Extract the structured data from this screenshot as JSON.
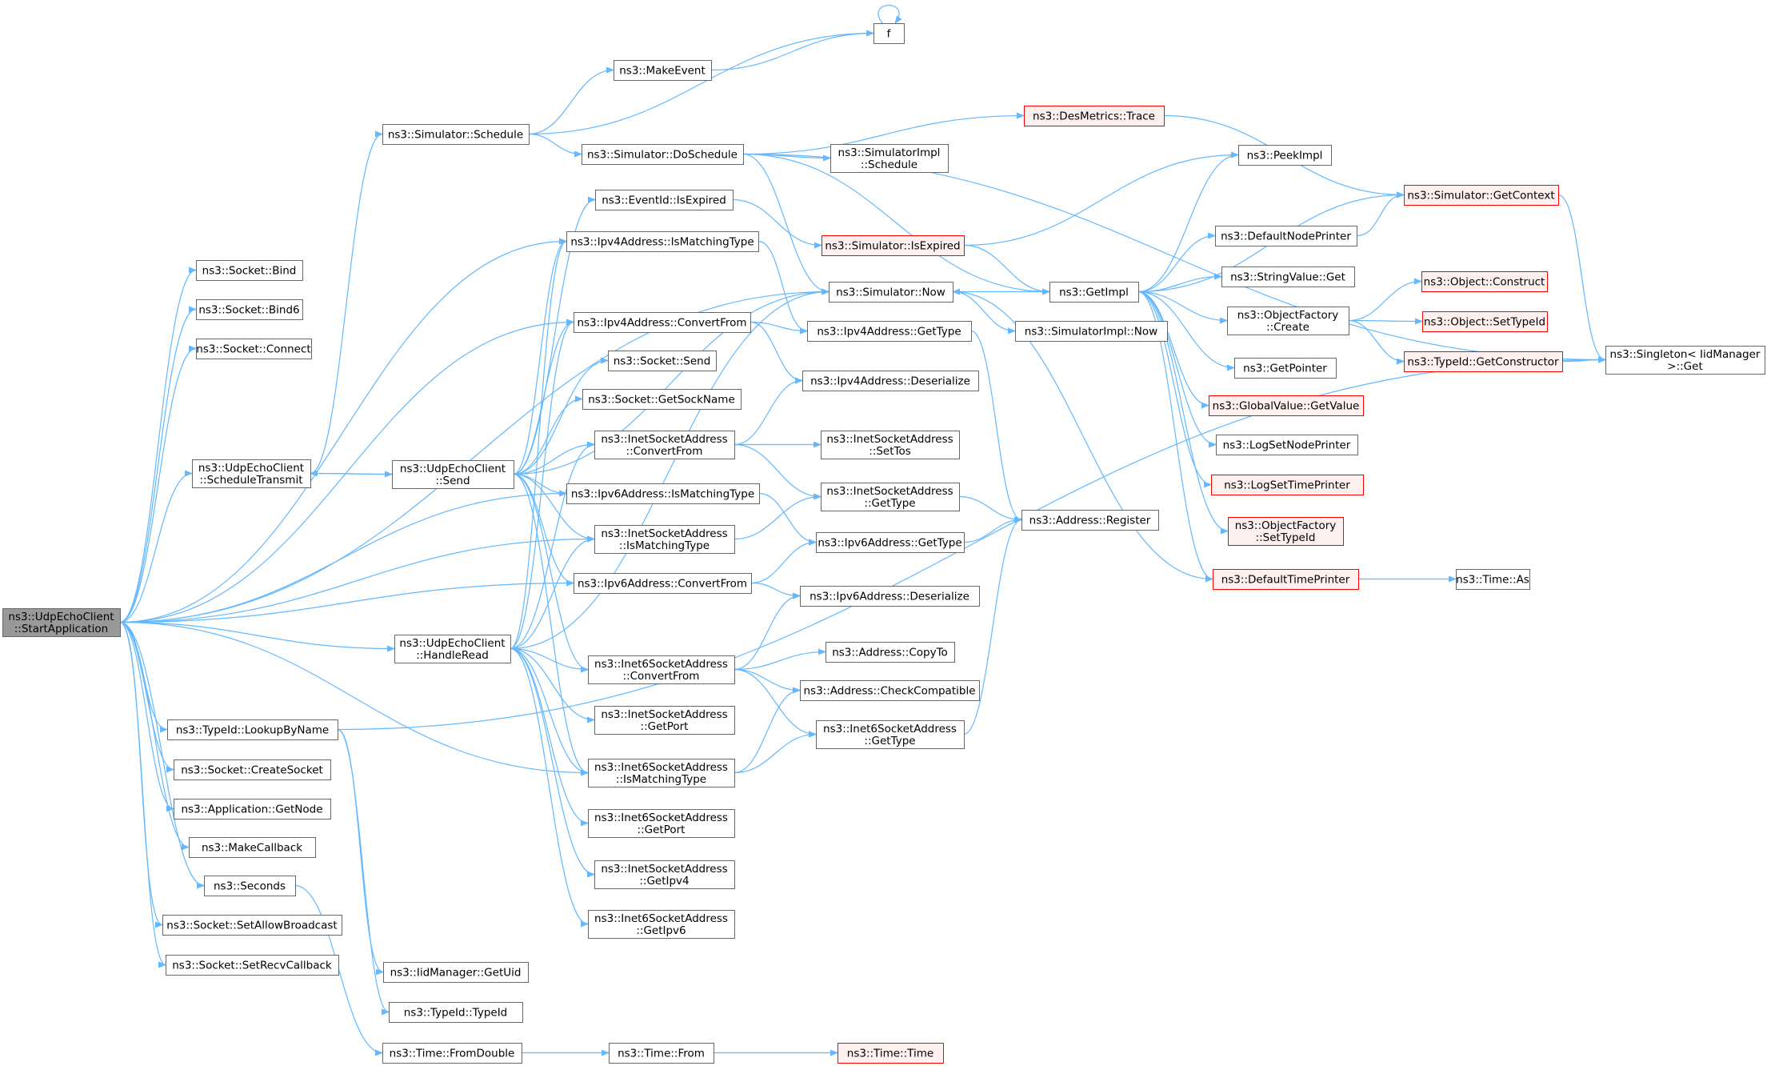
{
  "colors": {
    "edge": "#63b8ff",
    "box_border": "#666666",
    "box_fill": "#ffffff",
    "highlight_border": "#ff0000",
    "highlight_fill": "#fff0f0",
    "root_fill": "#999999"
  },
  "nodes": [
    {
      "id": "n1",
      "lines": [
        "ns3::UdpEchoClient",
        "::StartApplication"
      ],
      "style": "root"
    },
    {
      "id": "n2",
      "lines": [
        "ns3::Socket::Bind"
      ],
      "style": "normal"
    },
    {
      "id": "n3",
      "lines": [
        "ns3::Socket::Bind6"
      ],
      "style": "normal"
    },
    {
      "id": "n4",
      "lines": [
        "ns3::Socket::Connect"
      ],
      "style": "normal"
    },
    {
      "id": "n5",
      "lines": [
        "ns3::UdpEchoClient",
        "::ScheduleTransmit"
      ],
      "style": "normal"
    },
    {
      "id": "n6",
      "lines": [
        "ns3::Simulator::Schedule"
      ],
      "style": "normal"
    },
    {
      "id": "n7",
      "lines": [
        "ns3::MakeEvent"
      ],
      "style": "normal"
    },
    {
      "id": "n8",
      "lines": [
        "f"
      ],
      "style": "normal"
    },
    {
      "id": "n9",
      "lines": [
        "ns3::Simulator::DoSchedule"
      ],
      "style": "normal"
    },
    {
      "id": "n10",
      "lines": [
        "ns3::DesMetrics::Trace"
      ],
      "style": "red"
    },
    {
      "id": "n11",
      "lines": [
        "ns3::SimulatorImpl",
        "::Schedule"
      ],
      "style": "normal"
    },
    {
      "id": "n12",
      "lines": [
        "ns3::Singleton< IidManager",
        " >::Get"
      ],
      "style": "normal"
    },
    {
      "id": "n13",
      "lines": [
        "ns3::Simulator::GetContext"
      ],
      "style": "red"
    },
    {
      "id": "n14",
      "lines": [
        "ns3::PeekImpl"
      ],
      "style": "normal"
    },
    {
      "id": "n15",
      "lines": [
        "ns3::EventId::IsExpired"
      ],
      "style": "normal"
    },
    {
      "id": "n16",
      "lines": [
        "ns3::Simulator::IsExpired"
      ],
      "style": "red"
    },
    {
      "id": "n17",
      "lines": [
        "ns3::GetImpl"
      ],
      "style": "normal"
    },
    {
      "id": "n18",
      "lines": [
        "ns3::DefaultNodePrinter"
      ],
      "style": "normal"
    },
    {
      "id": "n19",
      "lines": [
        "ns3::StringValue::Get"
      ],
      "style": "normal"
    },
    {
      "id": "n20",
      "lines": [
        "ns3::ObjectFactory",
        "::Create"
      ],
      "style": "normal"
    },
    {
      "id": "n21",
      "lines": [
        "ns3::Object::Construct"
      ],
      "style": "red"
    },
    {
      "id": "n22",
      "lines": [
        "ns3::Object::SetTypeId"
      ],
      "style": "red"
    },
    {
      "id": "n23",
      "lines": [
        "ns3::TypeId::GetConstructor"
      ],
      "style": "red"
    },
    {
      "id": "n24",
      "lines": [
        "ns3::GetPointer"
      ],
      "style": "normal"
    },
    {
      "id": "n25",
      "lines": [
        "ns3::GlobalValue::GetValue"
      ],
      "style": "red"
    },
    {
      "id": "n26",
      "lines": [
        "ns3::LogSetNodePrinter"
      ],
      "style": "normal"
    },
    {
      "id": "n27",
      "lines": [
        "ns3::LogSetTimePrinter"
      ],
      "style": "red"
    },
    {
      "id": "n28",
      "lines": [
        "ns3::ObjectFactory",
        "::SetTypeId"
      ],
      "style": "red"
    },
    {
      "id": "n29",
      "lines": [
        "ns3::DefaultTimePrinter"
      ],
      "style": "red"
    },
    {
      "id": "n30",
      "lines": [
        "ns3::Time::As"
      ],
      "style": "normal"
    },
    {
      "id": "n31",
      "lines": [
        "ns3::Ipv4Address::IsMatchingType"
      ],
      "style": "normal"
    },
    {
      "id": "n32",
      "lines": [
        "ns3::Simulator::Now"
      ],
      "style": "normal"
    },
    {
      "id": "n33",
      "lines": [
        "ns3::SimulatorImpl::Now"
      ],
      "style": "normal"
    },
    {
      "id": "n34",
      "lines": [
        "ns3::Ipv4Address::ConvertFrom"
      ],
      "style": "normal"
    },
    {
      "id": "n35",
      "lines": [
        "ns3::Ipv4Address::GetType"
      ],
      "style": "normal"
    },
    {
      "id": "n36",
      "lines": [
        "ns3::Socket::Send"
      ],
      "style": "normal"
    },
    {
      "id": "n37",
      "lines": [
        "ns3::Ipv4Address::Deserialize"
      ],
      "style": "normal"
    },
    {
      "id": "n38",
      "lines": [
        "ns3::Socket::GetSockName"
      ],
      "style": "normal"
    },
    {
      "id": "n39",
      "lines": [
        "ns3::UdpEchoClient",
        "::Send"
      ],
      "style": "normal"
    },
    {
      "id": "n40",
      "lines": [
        "ns3::InetSocketAddress",
        "::ConvertFrom"
      ],
      "style": "normal"
    },
    {
      "id": "n41",
      "lines": [
        "ns3::InetSocketAddress",
        "::SetTos"
      ],
      "style": "normal"
    },
    {
      "id": "n42",
      "lines": [
        "ns3::InetSocketAddress",
        "::GetType"
      ],
      "style": "normal"
    },
    {
      "id": "n43",
      "lines": [
        "ns3::Ipv6Address::IsMatchingType"
      ],
      "style": "normal"
    },
    {
      "id": "n44",
      "lines": [
        "ns3::Address::Register"
      ],
      "style": "normal"
    },
    {
      "id": "n45",
      "lines": [
        "ns3::InetSocketAddress",
        "::IsMatchingType"
      ],
      "style": "normal"
    },
    {
      "id": "n46",
      "lines": [
        "ns3::Ipv6Address::GetType"
      ],
      "style": "normal"
    },
    {
      "id": "n47",
      "lines": [
        "ns3::Ipv6Address::ConvertFrom"
      ],
      "style": "normal"
    },
    {
      "id": "n48",
      "lines": [
        "ns3::Ipv6Address::Deserialize"
      ],
      "style": "normal"
    },
    {
      "id": "n49",
      "lines": [
        "ns3::UdpEchoClient",
        "::HandleRead"
      ],
      "style": "normal"
    },
    {
      "id": "n50",
      "lines": [
        "ns3::Inet6SocketAddress",
        "::ConvertFrom"
      ],
      "style": "normal"
    },
    {
      "id": "n51",
      "lines": [
        "ns3::Address::CopyTo"
      ],
      "style": "normal"
    },
    {
      "id": "n52",
      "lines": [
        "ns3::Address::CheckCompatible"
      ],
      "style": "normal"
    },
    {
      "id": "n53",
      "lines": [
        "ns3::InetSocketAddress",
        "::GetPort"
      ],
      "style": "normal"
    },
    {
      "id": "n54",
      "lines": [
        "ns3::Inet6SocketAddress",
        "::GetType"
      ],
      "style": "normal"
    },
    {
      "id": "n55",
      "lines": [
        "ns3::Inet6SocketAddress",
        "::IsMatchingType"
      ],
      "style": "normal"
    },
    {
      "id": "n56",
      "lines": [
        "ns3::Inet6SocketAddress",
        "::GetPort"
      ],
      "style": "normal"
    },
    {
      "id": "n57",
      "lines": [
        "ns3::InetSocketAddress",
        "::GetIpv4"
      ],
      "style": "normal"
    },
    {
      "id": "n58",
      "lines": [
        "ns3::Inet6SocketAddress",
        "::GetIpv6"
      ],
      "style": "normal"
    },
    {
      "id": "n59",
      "lines": [
        "ns3::TypeId::LookupByName"
      ],
      "style": "normal"
    },
    {
      "id": "n60",
      "lines": [
        "ns3::Socket::CreateSocket"
      ],
      "style": "normal"
    },
    {
      "id": "n61",
      "lines": [
        "ns3::Application::GetNode"
      ],
      "style": "normal"
    },
    {
      "id": "n62",
      "lines": [
        "ns3::MakeCallback"
      ],
      "style": "normal"
    },
    {
      "id": "n63",
      "lines": [
        "ns3::Seconds"
      ],
      "style": "normal"
    },
    {
      "id": "n64",
      "lines": [
        "ns3::Socket::SetAllowBroadcast"
      ],
      "style": "normal"
    },
    {
      "id": "n65",
      "lines": [
        "ns3::Socket::SetRecvCallback"
      ],
      "style": "normal"
    },
    {
      "id": "n66",
      "lines": [
        "ns3::IidManager::GetUid"
      ],
      "style": "normal"
    },
    {
      "id": "n67",
      "lines": [
        "ns3::TypeId::TypeId"
      ],
      "style": "normal"
    },
    {
      "id": "n68",
      "lines": [
        "ns3::Time::FromDouble"
      ],
      "style": "normal"
    },
    {
      "id": "n69",
      "lines": [
        "ns3::Time::From"
      ],
      "style": "normal"
    },
    {
      "id": "n70",
      "lines": [
        "ns3::Time::Time"
      ],
      "style": "red"
    }
  ],
  "edges": [
    [
      "n1",
      "n2"
    ],
    [
      "n1",
      "n3"
    ],
    [
      "n1",
      "n4"
    ],
    [
      "n1",
      "n5"
    ],
    [
      "n1",
      "n31"
    ],
    [
      "n1",
      "n32"
    ],
    [
      "n1",
      "n34"
    ],
    [
      "n1",
      "n43"
    ],
    [
      "n1",
      "n45"
    ],
    [
      "n1",
      "n47"
    ],
    [
      "n1",
      "n49"
    ],
    [
      "n1",
      "n55"
    ],
    [
      "n1",
      "n59"
    ],
    [
      "n1",
      "n60"
    ],
    [
      "n1",
      "n61"
    ],
    [
      "n1",
      "n62"
    ],
    [
      "n1",
      "n63"
    ],
    [
      "n1",
      "n64"
    ],
    [
      "n1",
      "n65"
    ],
    [
      "n5",
      "n6"
    ],
    [
      "n5",
      "n39"
    ],
    [
      "n6",
      "n7"
    ],
    [
      "n6",
      "n8"
    ],
    [
      "n6",
      "n9"
    ],
    [
      "n7",
      "n8"
    ],
    [
      "n8",
      "n8"
    ],
    [
      "n9",
      "n10"
    ],
    [
      "n9",
      "n11"
    ],
    [
      "n9",
      "n12"
    ],
    [
      "n9",
      "n17"
    ],
    [
      "n9",
      "n32"
    ],
    [
      "n10",
      "n13"
    ],
    [
      "n13",
      "n12"
    ],
    [
      "n15",
      "n16"
    ],
    [
      "n16",
      "n14"
    ],
    [
      "n16",
      "n17"
    ],
    [
      "n17",
      "n14"
    ],
    [
      "n17",
      "n13"
    ],
    [
      "n17",
      "n18"
    ],
    [
      "n17",
      "n19"
    ],
    [
      "n17",
      "n20"
    ],
    [
      "n17",
      "n24"
    ],
    [
      "n17",
      "n25"
    ],
    [
      "n17",
      "n26"
    ],
    [
      "n17",
      "n27"
    ],
    [
      "n17",
      "n28"
    ],
    [
      "n17",
      "n29"
    ],
    [
      "n18",
      "n13"
    ],
    [
      "n20",
      "n21"
    ],
    [
      "n20",
      "n22"
    ],
    [
      "n20",
      "n23"
    ],
    [
      "n23",
      "n12"
    ],
    [
      "n29",
      "n30"
    ],
    [
      "n29",
      "n32"
    ],
    [
      "n31",
      "n35"
    ],
    [
      "n32",
      "n17"
    ],
    [
      "n32",
      "n33"
    ],
    [
      "n34",
      "n35"
    ],
    [
      "n34",
      "n37"
    ],
    [
      "n35",
      "n44"
    ],
    [
      "n39",
      "n5"
    ],
    [
      "n39",
      "n15"
    ],
    [
      "n39",
      "n31"
    ],
    [
      "n39",
      "n34"
    ],
    [
      "n39",
      "n36"
    ],
    [
      "n39",
      "n38"
    ],
    [
      "n39",
      "n40"
    ],
    [
      "n39",
      "n43"
    ],
    [
      "n39",
      "n45"
    ],
    [
      "n39",
      "n47"
    ],
    [
      "n39",
      "n50"
    ],
    [
      "n39",
      "n55"
    ],
    [
      "n39",
      "n32"
    ],
    [
      "n40",
      "n37"
    ],
    [
      "n40",
      "n41"
    ],
    [
      "n40",
      "n42"
    ],
    [
      "n42",
      "n44"
    ],
    [
      "n43",
      "n46"
    ],
    [
      "n45",
      "n42"
    ],
    [
      "n46",
      "n44"
    ],
    [
      "n47",
      "n46"
    ],
    [
      "n47",
      "n48"
    ],
    [
      "n49",
      "n31"
    ],
    [
      "n49",
      "n34"
    ],
    [
      "n49",
      "n40"
    ],
    [
      "n49",
      "n45"
    ],
    [
      "n49",
      "n50"
    ],
    [
      "n49",
      "n53"
    ],
    [
      "n49",
      "n55"
    ],
    [
      "n49",
      "n56"
    ],
    [
      "n49",
      "n57"
    ],
    [
      "n49",
      "n58"
    ],
    [
      "n49",
      "n32"
    ],
    [
      "n50",
      "n48"
    ],
    [
      "n50",
      "n51"
    ],
    [
      "n50",
      "n52"
    ],
    [
      "n50",
      "n54"
    ],
    [
      "n54",
      "n44"
    ],
    [
      "n55",
      "n52"
    ],
    [
      "n55",
      "n54"
    ],
    [
      "n59",
      "n66"
    ],
    [
      "n59",
      "n67"
    ],
    [
      "n59",
      "n12"
    ],
    [
      "n63",
      "n68"
    ],
    [
      "n68",
      "n69"
    ],
    [
      "n69",
      "n70"
    ]
  ]
}
